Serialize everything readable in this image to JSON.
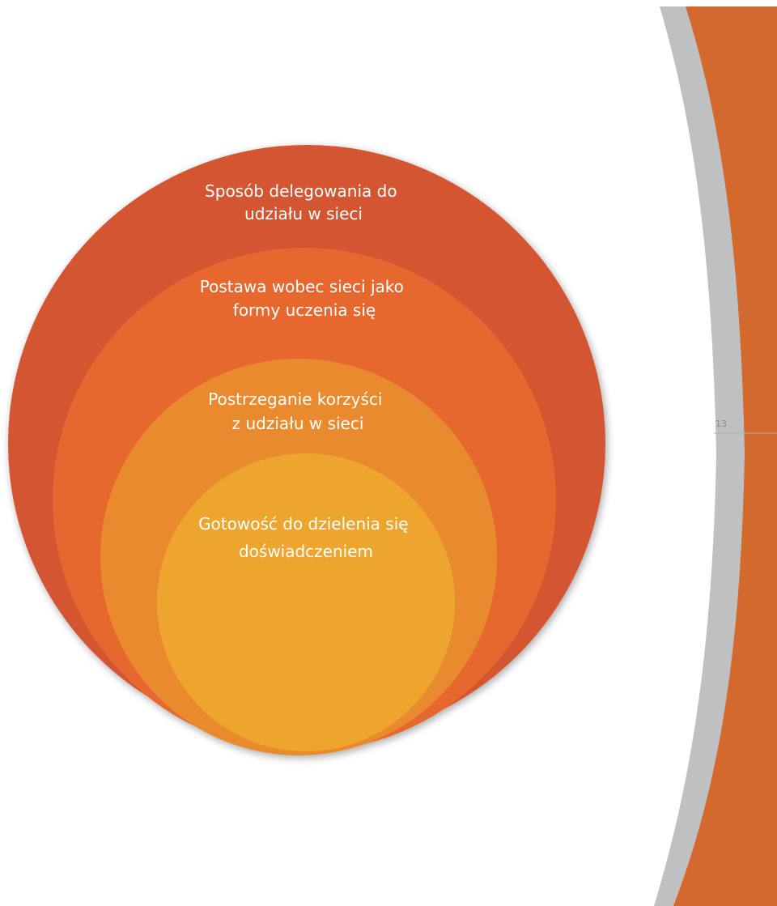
{
  "page": {
    "number": "13"
  },
  "diagram": {
    "type": "nested-circles",
    "levels": [
      {
        "lines": [
          "Sposób delegowania do",
          "udziału w sieci"
        ],
        "color": "#d45530"
      },
      {
        "lines": [
          "Postawa wobec sieci jako",
          "formy uczenia się"
        ],
        "color": "#e6682e"
      },
      {
        "lines": [
          "Postrzeganie korzyści",
          "z udziału w sieci"
        ],
        "color": "#ea8a2e"
      },
      {
        "lines": [
          "Gotowość do dzielenia się",
          "doświadczeniem"
        ],
        "color": "#eea52f"
      }
    ]
  },
  "colors": {
    "band_orange": "#d4692e",
    "band_gray": "#bfc0c2"
  }
}
